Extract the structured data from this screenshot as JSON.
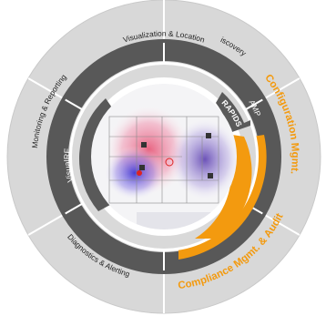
{
  "outer_ring": {
    "segments": [
      {
        "label": "Device Discovery"
      },
      {
        "label": "Configuration Mgmt."
      },
      {
        "label": "Compliance Mgmt. & Audit"
      },
      {
        "label": "Diagnostics & Alerting"
      },
      {
        "label": "Monitoring & Reporting"
      },
      {
        "label": "Visualization & Location"
      }
    ]
  },
  "inner_ring": {
    "segments": [
      {
        "label": "AMP"
      },
      {
        "label": "RAPIDS"
      },
      {
        "label": "VisualRF"
      }
    ]
  },
  "colors": {
    "outer_ring": "#d6d6d6",
    "dark_band": "#555555",
    "highlight": "#f39a0f",
    "label": "#222222",
    "highlight_label": "#f39a0f"
  },
  "center": {
    "image": "floor-plan-heatmap-icon"
  }
}
